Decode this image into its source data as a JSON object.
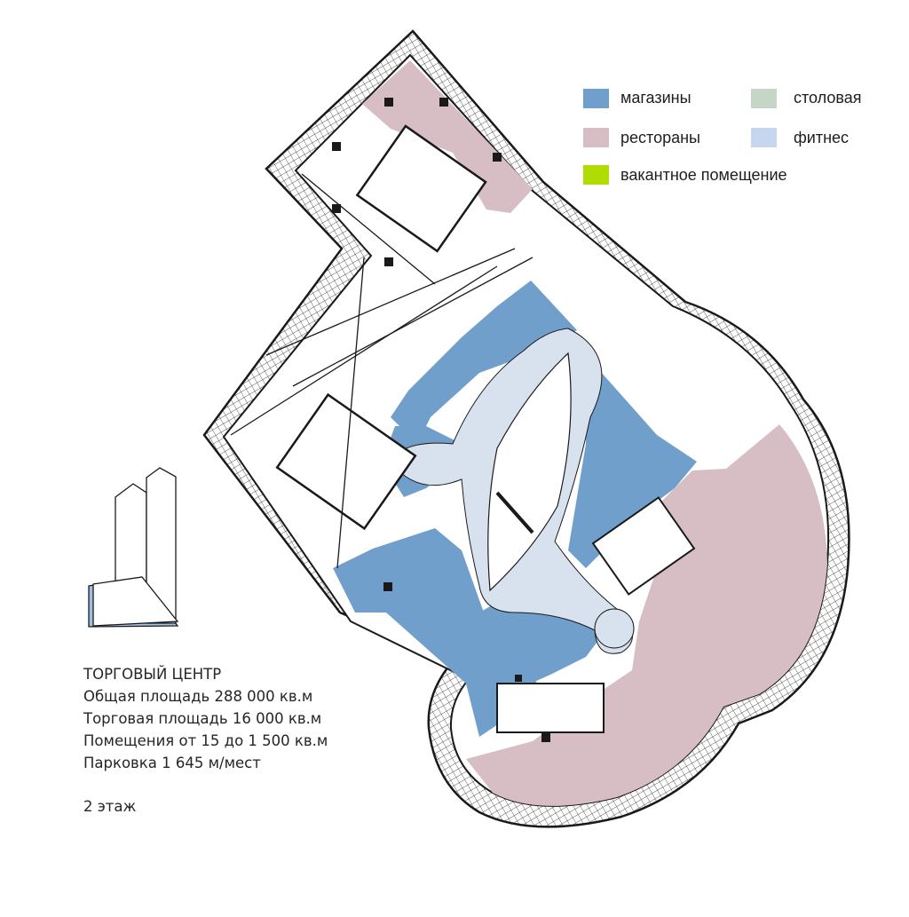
{
  "legend": [
    {
      "key": "shops",
      "label": "магазины",
      "color": "#6f9fca"
    },
    {
      "key": "canteen",
      "label": "столовая",
      "color": "#c5d6c6"
    },
    {
      "key": "restaurants",
      "label": "рестораны",
      "color": "#d7bec4"
    },
    {
      "key": "fitness",
      "label": "фитнес",
      "color": "#c5d6ee"
    },
    {
      "key": "vacant",
      "label": "вакантное помещение",
      "color": "#b0dc04"
    }
  ],
  "info": {
    "title": "ТОРГОВЫЙ  ЦЕНТР",
    "total_area": "Общая площадь 288 000 кв.м",
    "retail_area": "Торговая площадь 16 000 кв.м",
    "units": "Помещения от 15 до 1 500 кв.м",
    "parking": "Парковка 1 645 м/мест",
    "floor": "2 этаж"
  },
  "colors": {
    "wall": "#1a1a1a",
    "atrium": "#d8e2ee",
    "towers_fill": "#ffffff",
    "towers_base": "#9fc0e0"
  }
}
